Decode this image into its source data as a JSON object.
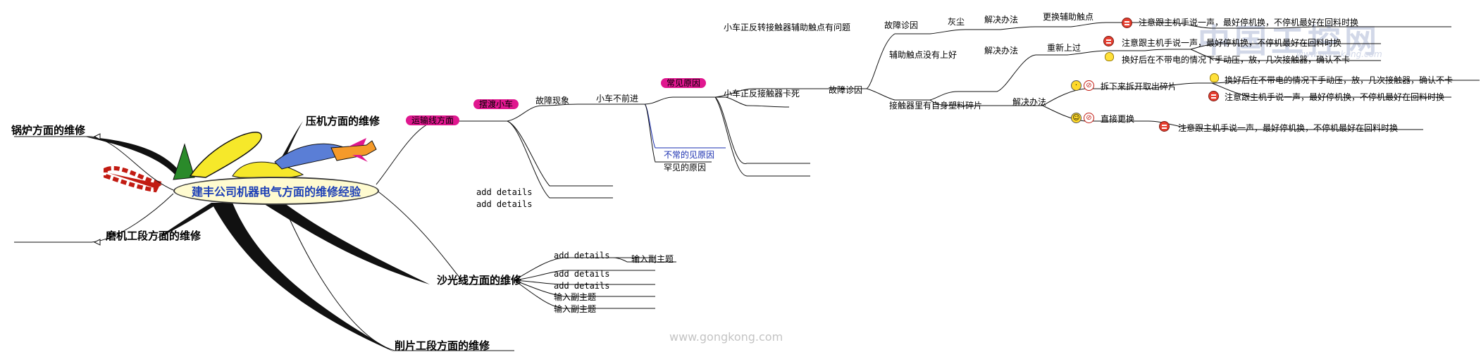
{
  "watermark": {
    "brand": "中国工控网",
    "url": "www.gongkong.com",
    "footer": "www.gongkong.com"
  },
  "center": "建丰公司机器电气方面的维修经验",
  "left_branches": {
    "boiler": "锅炉方面的维修",
    "mill": "磨机工段方面的维修"
  },
  "press": {
    "title": "压机方面的维修",
    "conveyor": "运输线方面",
    "cart": "摆渡小车",
    "symptom_label": "故障现象",
    "symptom": "小车不前进",
    "common": "常见原因",
    "uncommon": "不常的见原因",
    "rare": "罕见的原因",
    "cause1": "小车正反转接触器辅助触点有问题",
    "diag1": "故障诊因",
    "dust": "灰尘",
    "solve1": "解决办法",
    "fix1": "更换辅助触点",
    "note1": "注意跟主机手说一声，最好停机换，不停机最好在回料时换",
    "cause2": "小车正反接触器卡死",
    "diag2": "故障诊因",
    "aux_bad": "辅助触点没有上好",
    "solve2": "解决办法",
    "refit": "重新上过",
    "note2": "注意跟主机手说一声，最好停机换，不停机最好在回料时换",
    "tip2": "换好后在不带电的情况下手动压，放，几次接触器，确认不卡",
    "plastic": "接触器里有自身塑料碎片",
    "solve3": "解决办法",
    "remove": "拆下来拆开取出碎片",
    "tip3": "换好后在不带电的情况下手动压，放，几次接触器，确认不卡",
    "note3": "注意跟主机手说一声，最好停机换，不停机最好在回料时换",
    "replace": "直接更换",
    "note4": "注意跟主机手说一声，最好停机换，不停机最好在回料时换",
    "add1": "add details",
    "add2": "add details"
  },
  "polish": {
    "title": "沙光线方面的维修",
    "items": [
      "add details",
      "add details",
      "add details",
      "输入副主题",
      "输入副主题"
    ],
    "sub": "输入副主题"
  },
  "cut": {
    "title": "削片工段方面的维修"
  },
  "colors": {
    "accent_pink": "#e0178f",
    "center_text": "#1c3fb6",
    "uncommon_blue": "#1a2fb0"
  }
}
